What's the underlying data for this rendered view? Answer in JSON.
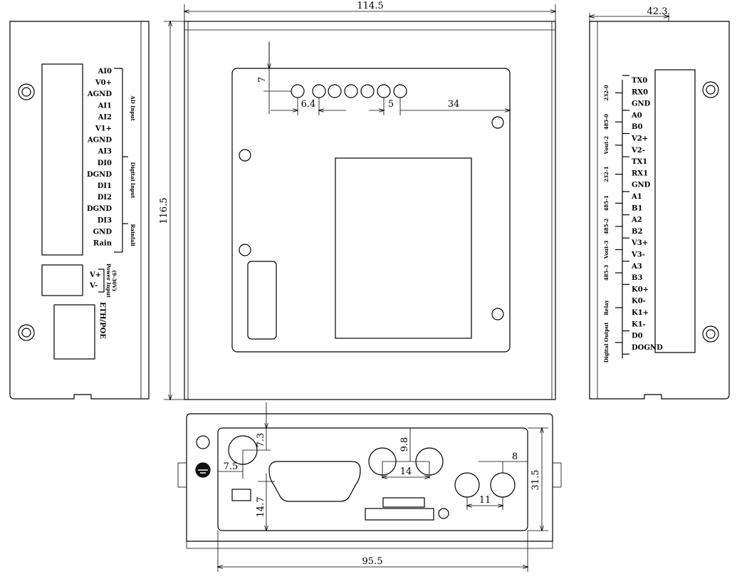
{
  "dimensions": {
    "width_top": "114.5",
    "height_main": "116.5",
    "depth_right": "42.3",
    "pitch_left": "6.4",
    "pitch_right": "5",
    "offset_top": "7",
    "offset_right": "34",
    "bottom_width": "95.5",
    "bottom_height": "31.5",
    "bottom_7_3": "7.3",
    "bottom_7_5": "7.5",
    "bottom_14_7": "14.7",
    "bottom_9_8": "9.8",
    "bottom_14": "14",
    "bottom_8": "8",
    "bottom_11": "11"
  },
  "left_panel": {
    "terminals": [
      "AI0",
      "V0+",
      "AGND",
      "AI1",
      "AI2",
      "V1+",
      "AGND",
      "AI3",
      "DI0",
      "DGND",
      "DI1",
      "DI2",
      "DGND",
      "DI3",
      "GND",
      "Rain"
    ],
    "groups": [
      "AD Input",
      "Digital Input",
      "Rainfall"
    ],
    "power_terminals": [
      "V+",
      "V-"
    ],
    "power_label": "Power Input",
    "power_range": "(9-30V)",
    "ethernet_label": "ETH/POE"
  },
  "right_panel": {
    "terminals": [
      "TX0",
      "RX0",
      "GND",
      "A0",
      "B0",
      "V2+",
      "V2-",
      "TX1",
      "RX1",
      "GND",
      "A1",
      "B1",
      "A2",
      "B2",
      "V3+",
      "V3-",
      "A3",
      "B3",
      "K0+",
      "K0-",
      "K1+",
      "K1-",
      "D0",
      "DOGND"
    ],
    "groups": [
      "232-0",
      "485-0",
      "Vout-2",
      "232-1",
      "485-1",
      "485-2",
      "Vout-3",
      "485-3",
      "Relay",
      "Digital Output"
    ]
  }
}
